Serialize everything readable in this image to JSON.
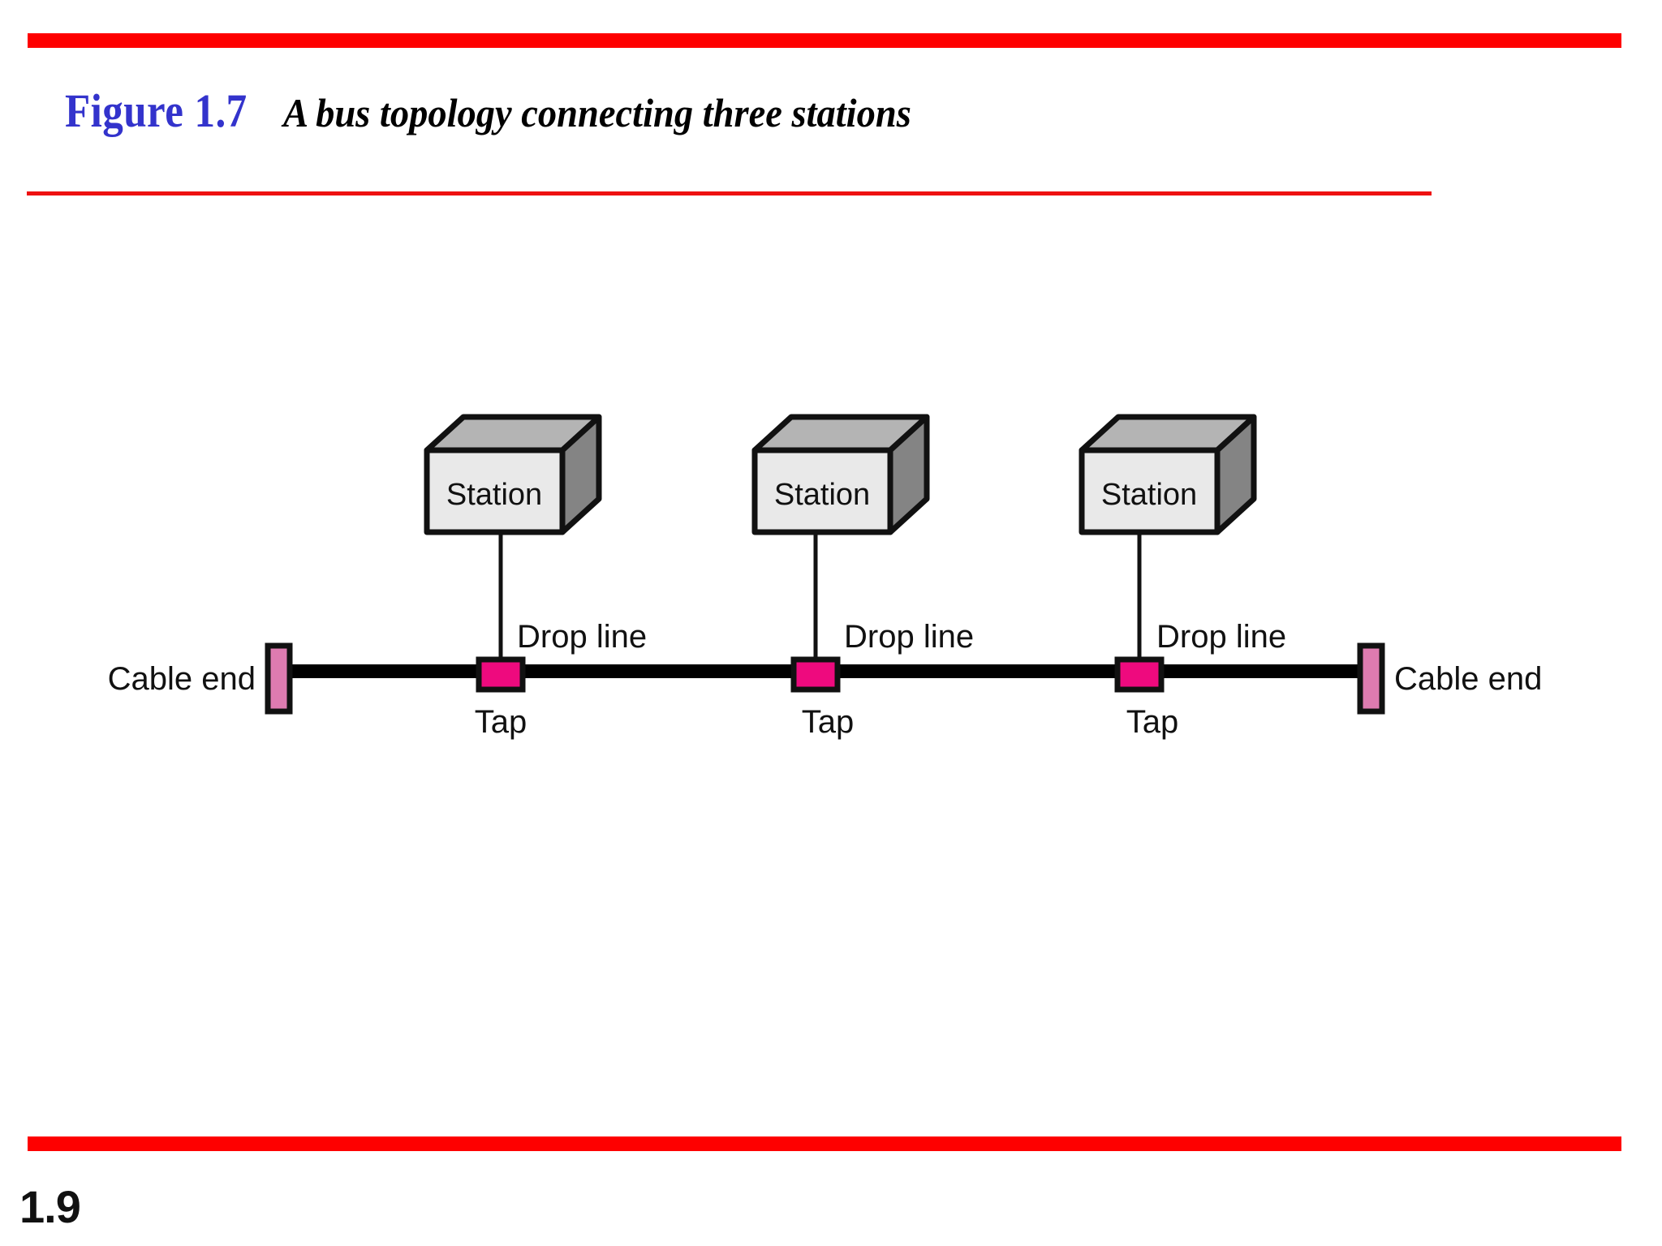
{
  "slide": {
    "page_number": "1.9",
    "title": {
      "figure_label": "Figure 1.7",
      "caption": "A bus topology connecting three stations",
      "label_color": "#3333CC",
      "caption_color": "#000000"
    },
    "rules": {
      "color": "#FE0000",
      "thin_color": "#EE1111"
    }
  },
  "diagram": {
    "type": "bus-topology",
    "colors": {
      "station_front": "#E9E9E9",
      "station_top": "#B4B4B4",
      "station_side": "#848484",
      "outline": "#111111",
      "bus_cable": "#000000",
      "tap_fill": "#EE0A7E",
      "cable_end_fill": "#DE7BB0",
      "drop_line": "#111111"
    },
    "cable_end_left": {
      "label": "Cable end"
    },
    "cable_end_right": {
      "label": "Cable end"
    },
    "stations": [
      {
        "box_label": "Station",
        "drop_line_label": "Drop line",
        "tap_label": "Tap"
      },
      {
        "box_label": "Station",
        "drop_line_label": "Drop line",
        "tap_label": "Tap"
      },
      {
        "box_label": "Station",
        "drop_line_label": "Drop line",
        "tap_label": "Tap"
      }
    ]
  }
}
